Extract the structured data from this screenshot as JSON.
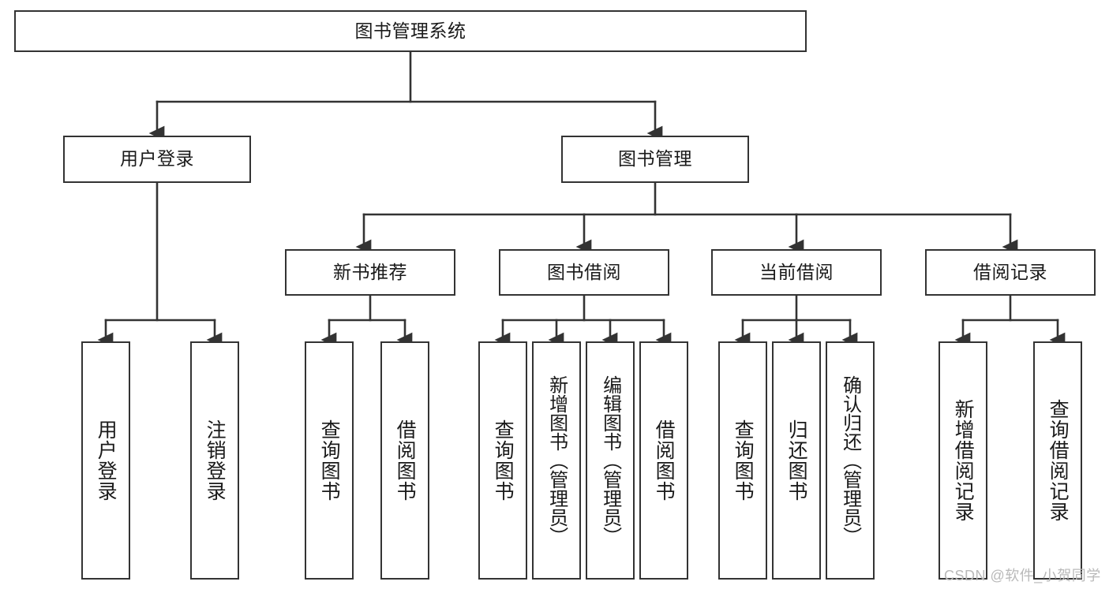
{
  "diagram": {
    "title": "图书管理系统",
    "type": "tree",
    "colors": {
      "stroke": "#333333",
      "fill": "#ffffff",
      "text": "#1a1a1a",
      "watermark": "#b9b9b9"
    },
    "watermark": "CSDN @软件_小贺同学",
    "nodes": {
      "root": {
        "label": "图书管理系统"
      },
      "level2": [
        {
          "id": "user-login",
          "label": "用户登录"
        },
        {
          "id": "book-manage",
          "label": "图书管理"
        }
      ],
      "level3": [
        {
          "id": "new-book-rec",
          "label": "新书推荐"
        },
        {
          "id": "book-borrow",
          "label": "图书借阅"
        },
        {
          "id": "current-borrow",
          "label": "当前借阅"
        },
        {
          "id": "borrow-record",
          "label": "借阅记录"
        }
      ],
      "leaves": {
        "user-login": [
          {
            "id": "leaf-user-login",
            "label": "用户登录"
          },
          {
            "id": "leaf-logout",
            "label": "注销登录"
          }
        ],
        "new-book-rec": [
          {
            "id": "leaf-query-book-1",
            "label": "查询图书"
          },
          {
            "id": "leaf-borrow-book-1",
            "label": "借阅图书"
          }
        ],
        "book-borrow": [
          {
            "id": "leaf-query-book-2",
            "label": "查询图书"
          },
          {
            "id": "leaf-add-book",
            "label": "新增图书（管理员）"
          },
          {
            "id": "leaf-edit-book",
            "label": "编辑图书（管理员）"
          },
          {
            "id": "leaf-borrow-book-2",
            "label": "借阅图书"
          }
        ],
        "current-borrow": [
          {
            "id": "leaf-query-book-3",
            "label": "查询图书"
          },
          {
            "id": "leaf-return-book",
            "label": "归还图书"
          },
          {
            "id": "leaf-confirm-return",
            "label": "确认归还（管理员）"
          }
        ],
        "borrow-record": [
          {
            "id": "leaf-add-record",
            "label": "新增借阅记录"
          },
          {
            "id": "leaf-query-record",
            "label": "查询借阅记录"
          }
        ]
      }
    }
  }
}
